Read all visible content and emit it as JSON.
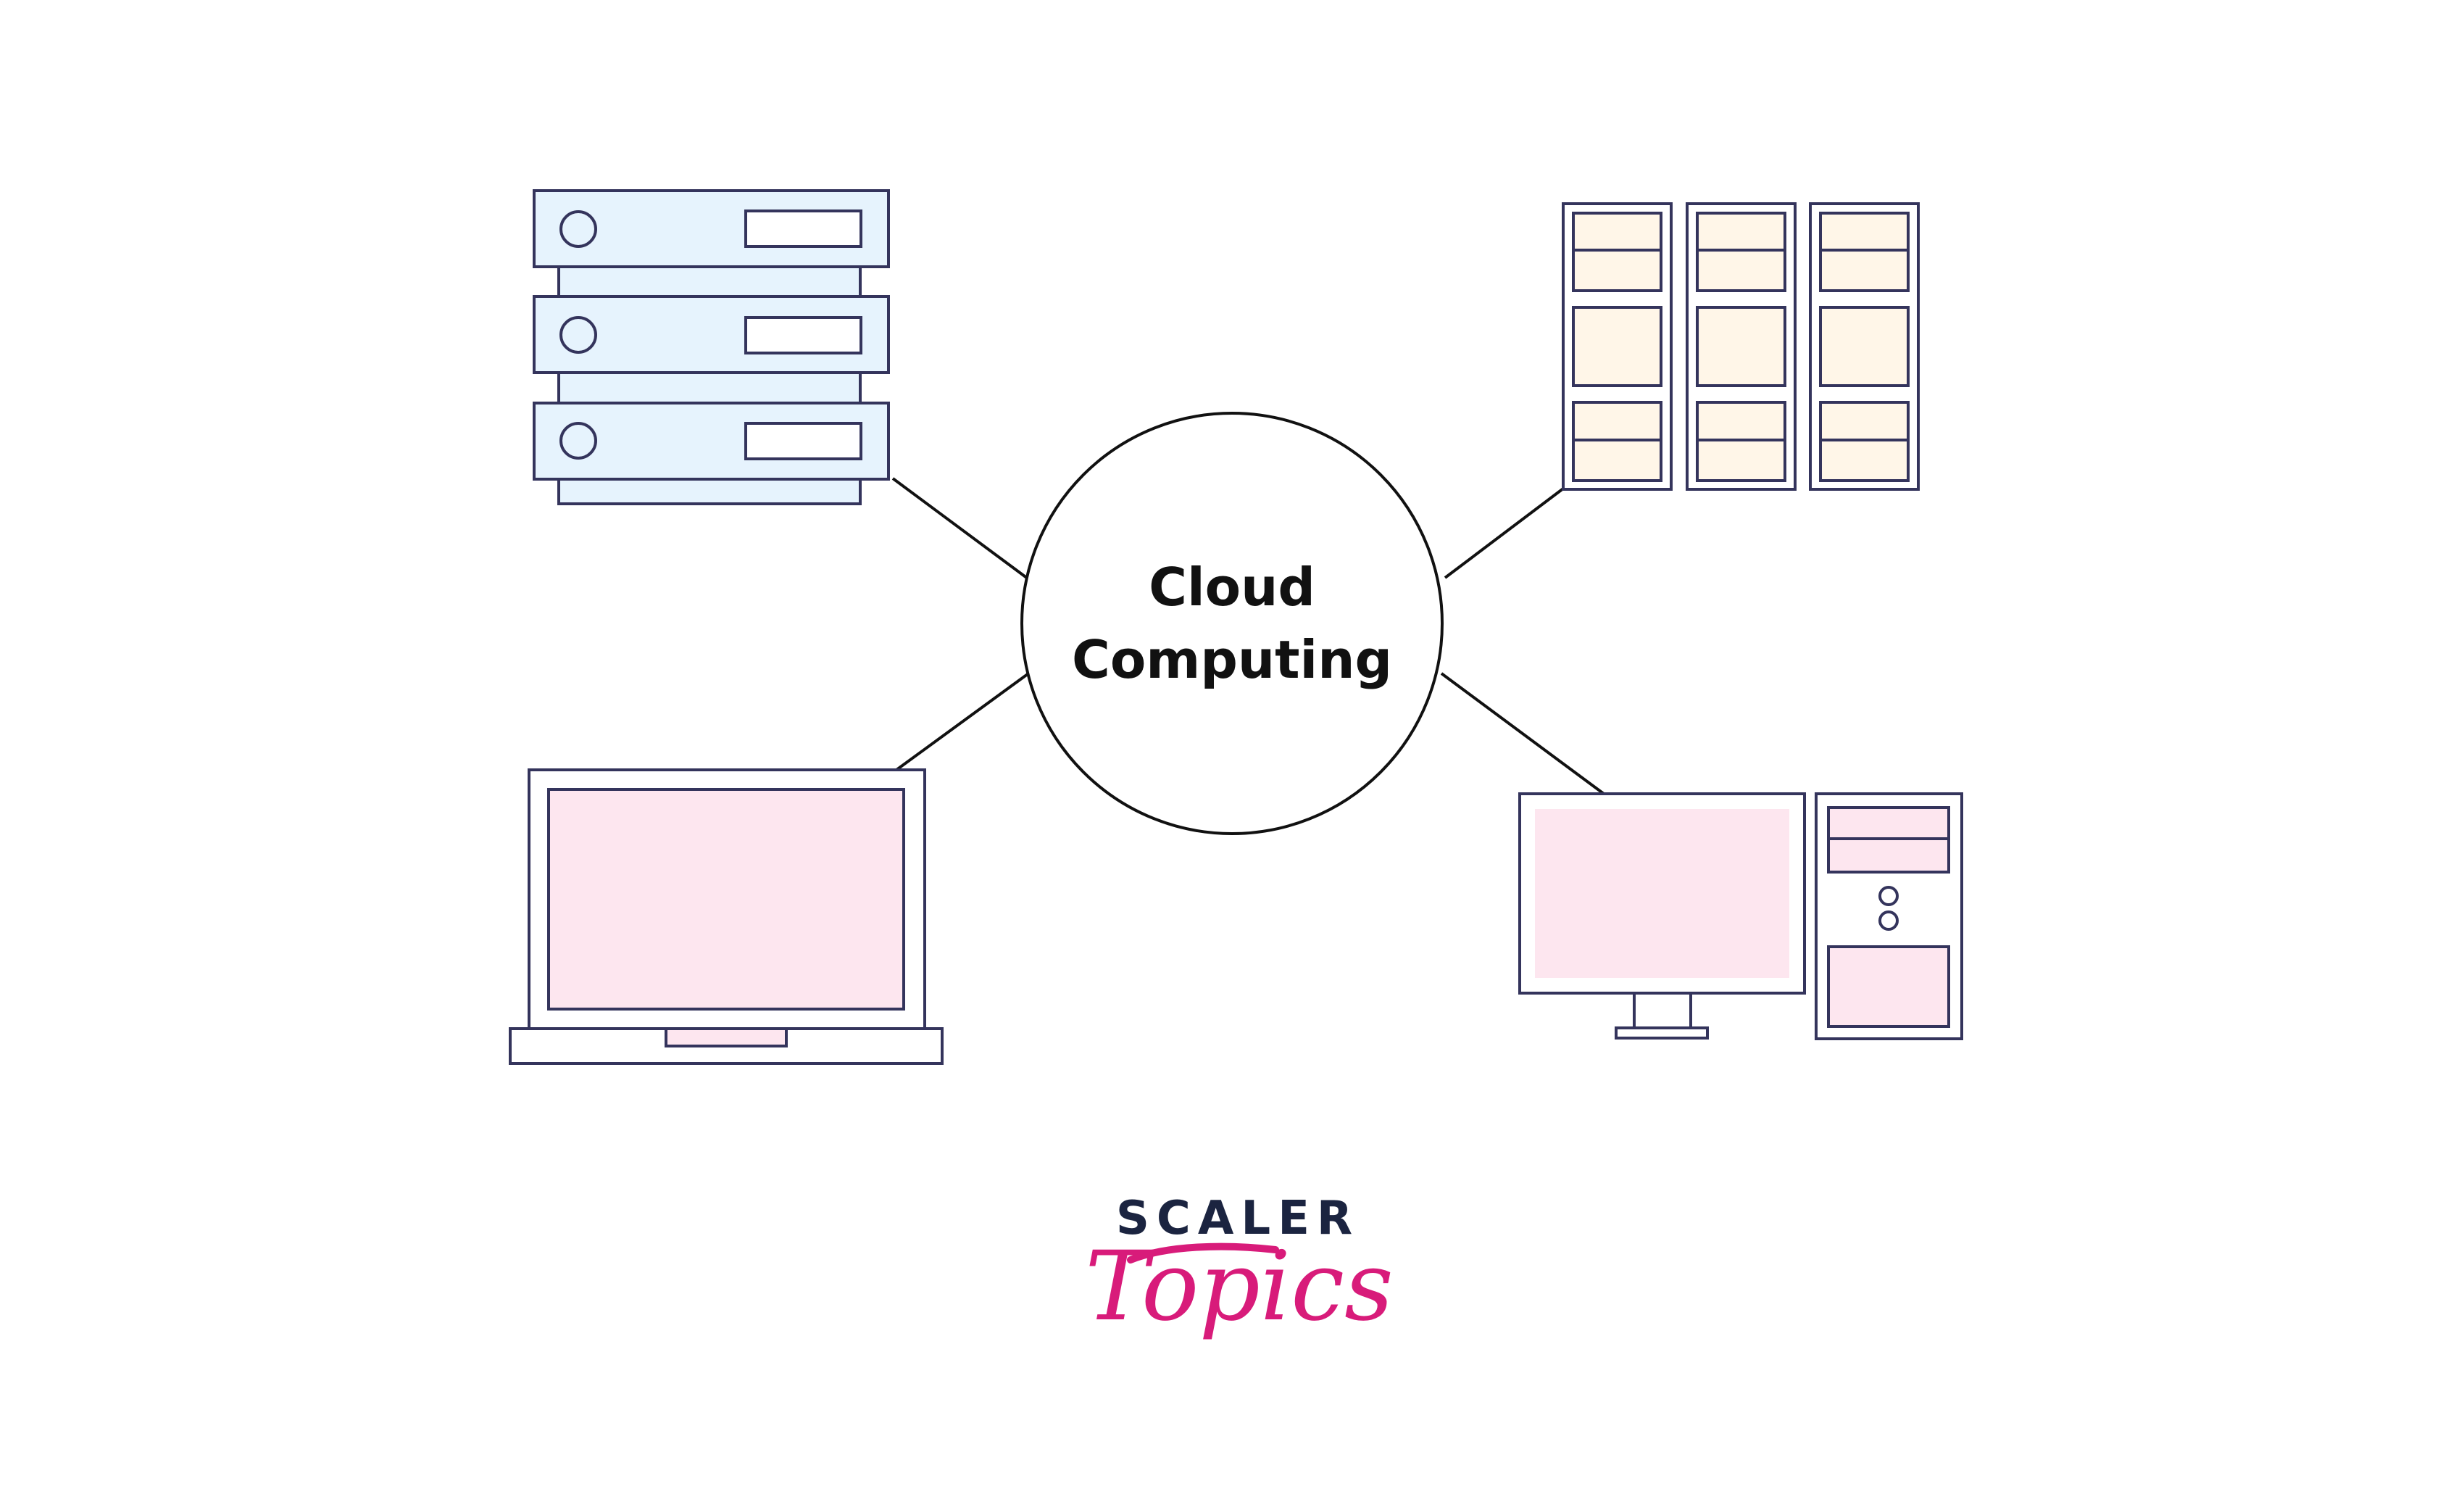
{
  "hub": {
    "line1": "Cloud",
    "line2": "Computing"
  },
  "nodes": [
    {
      "name": "server-rack-icon"
    },
    {
      "name": "storage-cabinets-icon"
    },
    {
      "name": "laptop-icon"
    },
    {
      "name": "desktop-computer-icon"
    }
  ],
  "brand": {
    "top": "SCALER",
    "bottom": "Topics"
  },
  "colors": {
    "stroke": "#34345c",
    "line": "#111111",
    "server_fill": "#e6f3fd",
    "storage_fill": "#fff6e8",
    "screen_fill": "#fde6ef",
    "brand_dark": "#1b2440",
    "brand_accent": "#d81b7a"
  }
}
